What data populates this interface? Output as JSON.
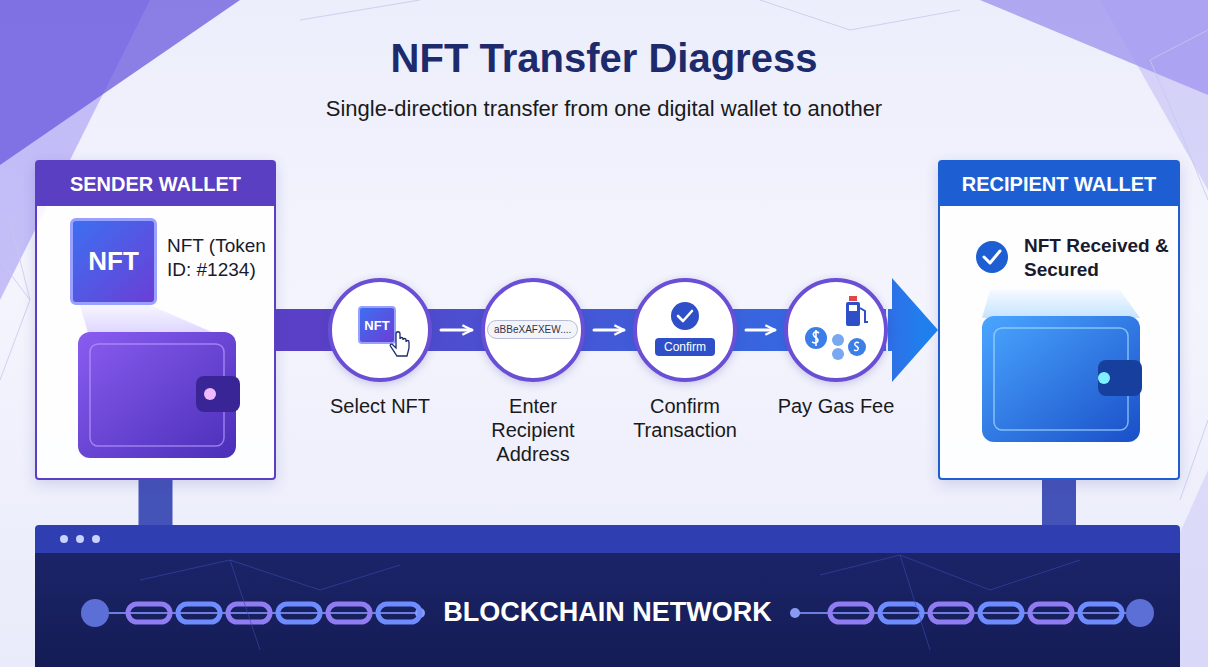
{
  "diagram": {
    "title": "NFT Transfer Diagress",
    "caption": "Single-direction transfer from one digital wallet to another",
    "nodes": [
      {
        "text": [
          "SENDER WALLET",
          "NFT (Token ID: #1234)"
        ]
      },
      {
        "text": [
          "NFT"
        ],
        "in": 0
      },
      {
        "text": [
          "Select NFT"
        ]
      },
      {
        "text": [
          "NFT"
        ],
        "in": 2
      },
      {
        "text": [
          "Enter Recipient Address"
        ]
      },
      {
        "text": [
          "aBBeXAFXEW...."
        ],
        "in": 4
      },
      {
        "text": [
          "Confirm Transaction"
        ]
      },
      {
        "text": [
          "Confirm"
        ],
        "in": 6
      },
      {
        "text": [
          "Pay Gas Fee"
        ]
      },
      {
        "text": [
          "RECIPIENT WALLET",
          "NFT Received & Secured"
        ]
      },
      {
        "text": [
          "BLOCKCHAIN NETWORK"
        ]
      }
    ],
    "edges": [
      {
        "from": 0,
        "to": 2,
        "arrow": "none"
      },
      {
        "from": 2,
        "to": 4,
        "arrow": "to"
      },
      {
        "from": 4,
        "to": 6,
        "arrow": "to"
      },
      {
        "from": 6,
        "to": 8,
        "arrow": "to"
      },
      {
        "from": 8,
        "to": 9,
        "arrow": "to"
      },
      {
        "from": 0,
        "to": 10,
        "arrow": "none"
      },
      {
        "from": 9,
        "to": 10,
        "arrow": "none"
      }
    ]
  }
}
